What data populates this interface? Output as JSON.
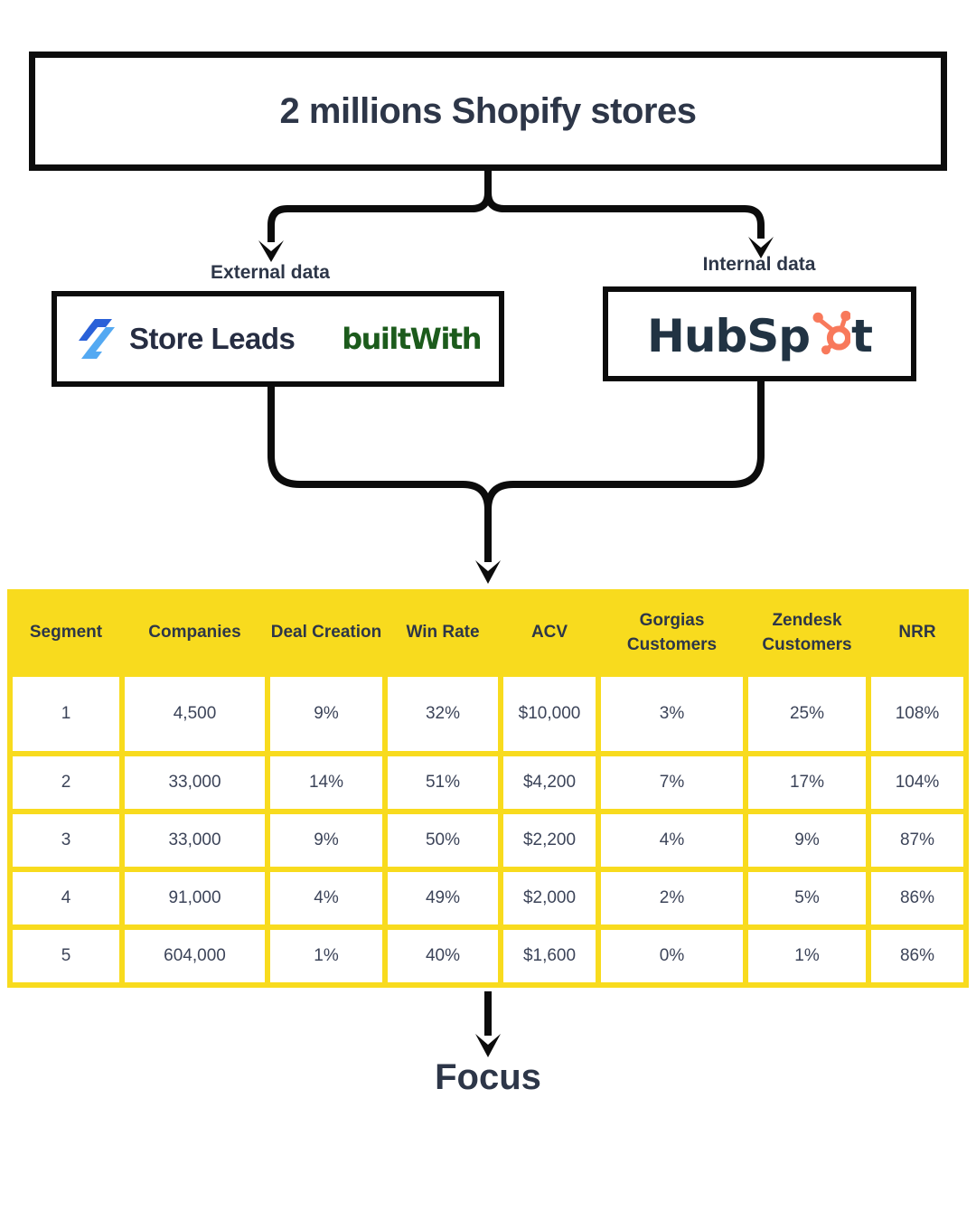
{
  "title": "2 millions Shopify stores",
  "branches": {
    "external": {
      "label": "External data",
      "logos": [
        "Store Leads",
        "builtWith"
      ]
    },
    "internal": {
      "label": "Internal data",
      "logo": "HubSpot"
    }
  },
  "hubspot_wordmark": {
    "pre": "HubSp",
    "post": "t"
  },
  "table": {
    "columns": [
      "Segment",
      "Companies",
      "Deal Creation",
      "Win Rate",
      "ACV",
      "Gorgias Customers",
      "Zendesk Customers",
      "NRR"
    ],
    "rows": [
      [
        "1",
        "4,500",
        "9%",
        "32%",
        "$10,000",
        "3%",
        "25%",
        "108%"
      ],
      [
        "2",
        "33,000",
        "14%",
        "51%",
        "$4,200",
        "7%",
        "17%",
        "104%"
      ],
      [
        "3",
        "33,000",
        "9%",
        "50%",
        "$2,200",
        "4%",
        "9%",
        "87%"
      ],
      [
        "4",
        "91,000",
        "4%",
        "49%",
        "$2,000",
        "2%",
        "5%",
        "86%"
      ],
      [
        "5",
        "604,000",
        "1%",
        "40%",
        "$1,600",
        "0%",
        "1%",
        "86%"
      ]
    ]
  },
  "footer": {
    "label": "Focus"
  },
  "colors": {
    "table_yellow": "#F8DB1E",
    "navy_text": "#2D3648",
    "line_black": "#0C0C0C",
    "hubspot_dark": "#213343",
    "hubspot_orange": "#F8795B",
    "builtwith_green": "#1C5B1C",
    "storeleads_blue_dark": "#2A61D8",
    "storeleads_blue_light": "#54A9F2"
  }
}
